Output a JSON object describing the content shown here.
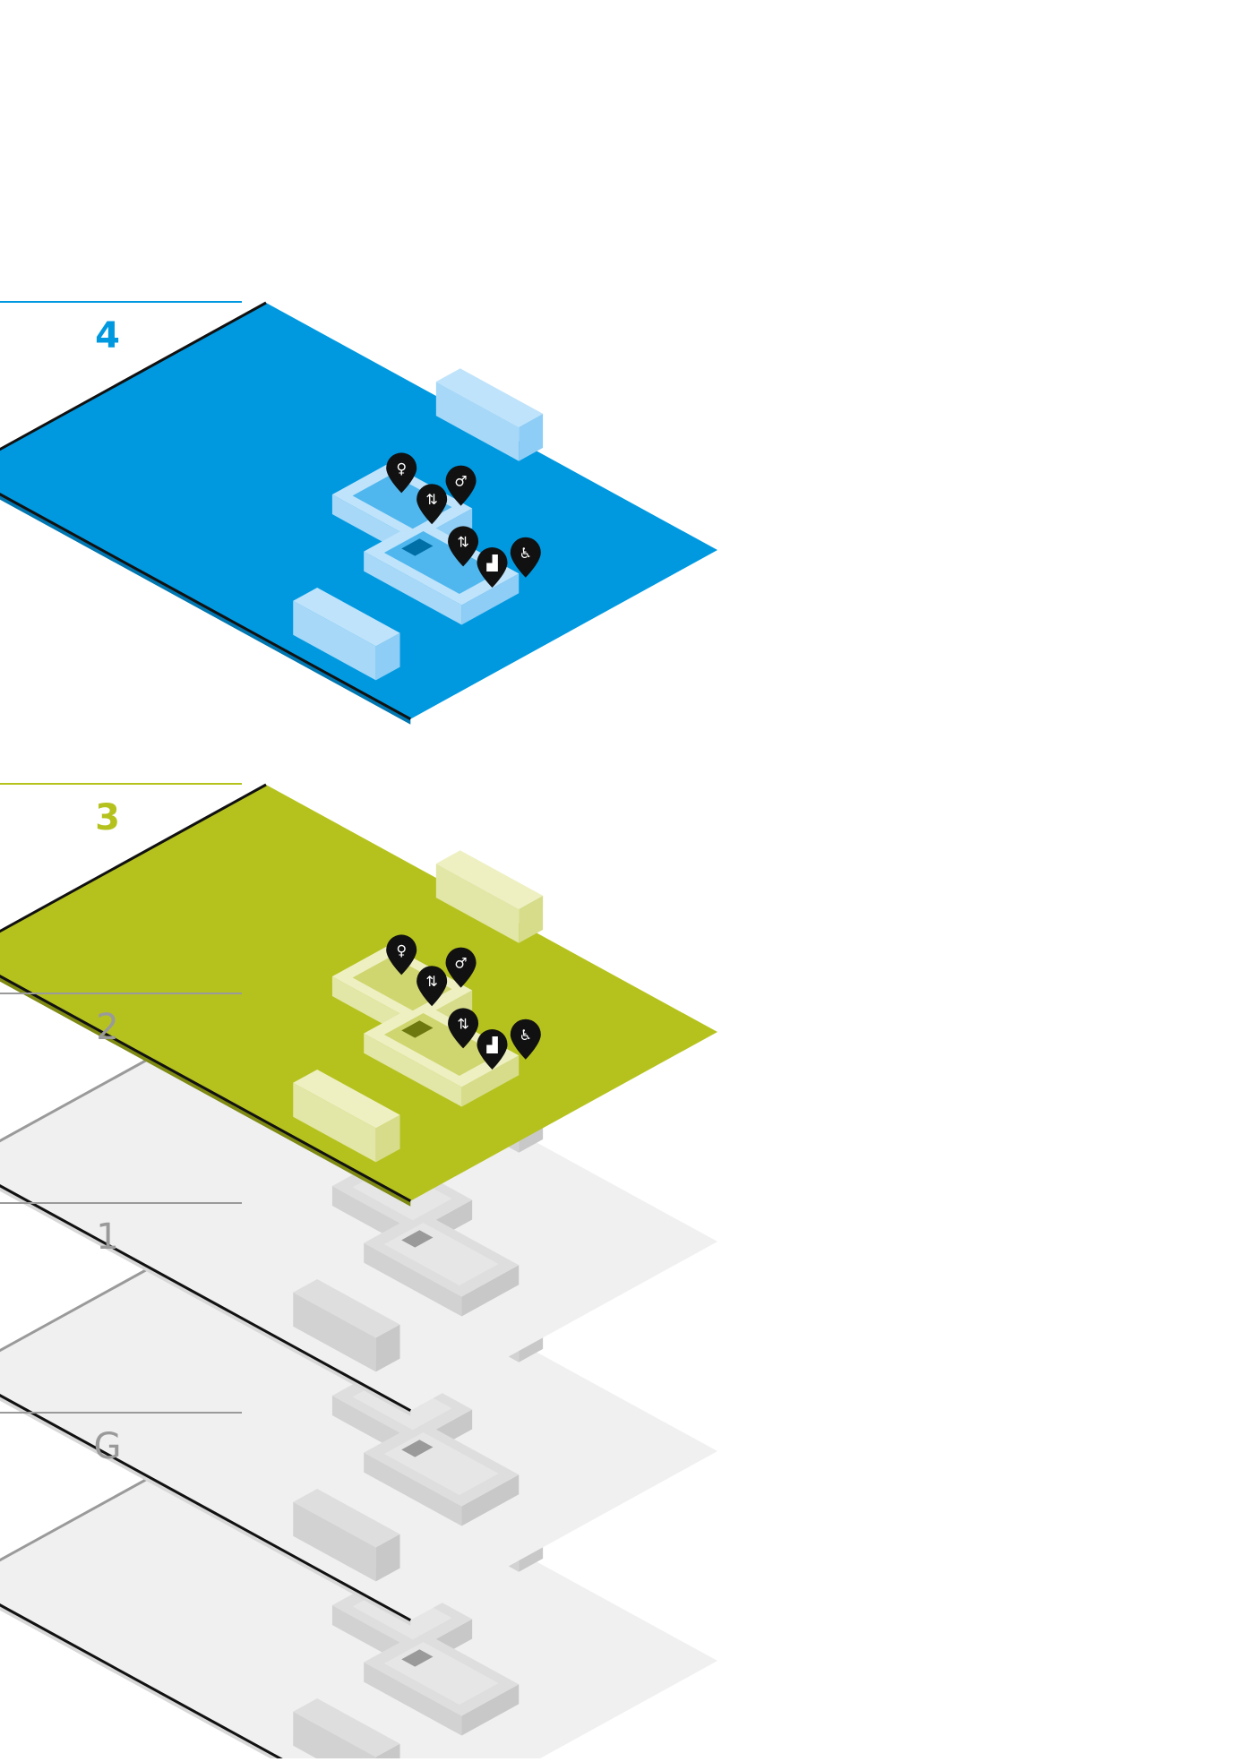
{
  "floors": [
    {
      "label": "4",
      "state": "active",
      "color": "#0099e0"
    },
    {
      "label": "3",
      "state": "active",
      "color": "#b5c21e"
    },
    {
      "label": "2",
      "state": "inactive",
      "color": "#f0f0f0"
    },
    {
      "label": "1",
      "state": "inactive",
      "color": "#f0f0f0"
    },
    {
      "label": "G",
      "state": "inactive",
      "color": "#f0f0f0"
    }
  ],
  "palette": {
    "blue_floor": "#0099e0",
    "blue_side": "#0077b0",
    "blue_block_top": "#bfe3fb",
    "blue_block_side": "#8ecdf5",
    "green_floor": "#b5c21e",
    "green_side": "#7e8a12",
    "green_block_top": "#eef0c2",
    "green_block_side": "#d6dc8a",
    "grey_floor": "#efefef",
    "grey_block_top": "#dedede",
    "grey_block_side": "#c8c8c8",
    "edge_dark": "#111111",
    "edge_grey": "#9a9a9a",
    "pin_fill": "#111111",
    "pin_glyph": "#ffffff"
  },
  "icons": [
    "female-toilet-icon",
    "male-toilet-icon",
    "elevator-icon",
    "wheelchair-icon",
    "stairs-icon"
  ]
}
